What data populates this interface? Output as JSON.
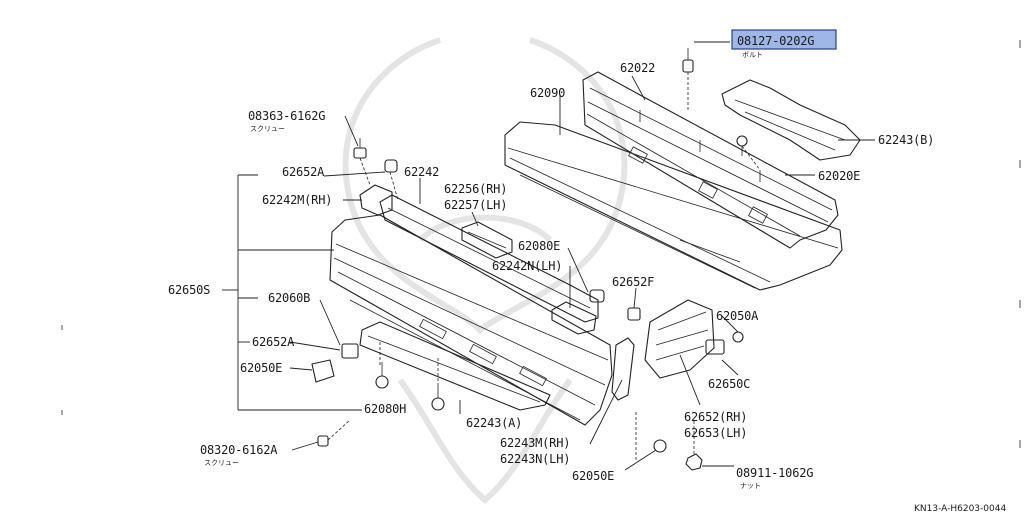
{
  "labels": {
    "p08127": "08127-0202G",
    "p08127_sub": "ボルト",
    "p62022": "62022",
    "p62090": "62090",
    "p62243b": "62243(B)",
    "p62020e": "62020E",
    "p08363": "08363-6162G",
    "p08363_sub": "スクリュー",
    "p62652a_top": "62652A",
    "p62242": "62242",
    "p62242m": "62242M(RH)",
    "p62256": "62256(RH)",
    "p62257": "62257(LH)",
    "p62080e": "62080E",
    "p62242n": "62242N(LH)",
    "p62650s": "62650S",
    "p62060b": "62060B",
    "p62652f": "62652F",
    "p62050a": "62050A",
    "p62652a_mid": "62652A",
    "p62050e_left": "62050E",
    "p62650c": "62650C",
    "p62080h": "62080H",
    "p62243a": "62243(A)",
    "p62652rh": "62652(RH)",
    "p62653lh": "62653(LH)",
    "p62243m": "62243M(RH)",
    "p62243n": "62243N(LH)",
    "p08320": "08320-6162A",
    "p08320_sub": "スクリュー",
    "p62050e_bottom": "62050E",
    "p08911": "08911-1062G",
    "p08911_sub": "ナット",
    "diagram_code": "KN13-A-H6203-0044"
  },
  "highlight_color": "#9fb7e6"
}
